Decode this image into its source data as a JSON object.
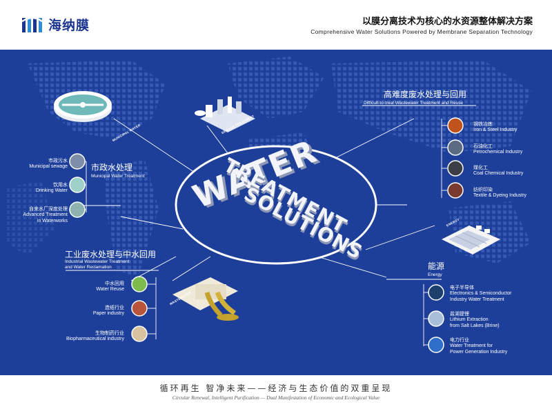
{
  "header": {
    "brand": "海纳膜",
    "slogan_cn": "以膜分离技术为核心的水资源整体解决方案",
    "slogan_en": "Comprehensive Water Solutions Powered by Membrane Separation Technology"
  },
  "center": {
    "line1": "WATER",
    "line2": "TREATMENT",
    "line3": "SOLUTIONS"
  },
  "tags": {
    "municipal": "MUNICIPAL WATER",
    "sewage": "SEWAGE TREATMENT",
    "wastewater": "WASTEWATER",
    "energy": "ENERGY"
  },
  "sections": {
    "municipal": {
      "cn": "市政水处理",
      "en": "Municipal Water Treatment",
      "items": [
        {
          "cn": "市政污水",
          "en": "Municipal sewage"
        },
        {
          "cn": "饮用水",
          "en": "Drinking Water"
        },
        {
          "cn": "自来水厂深度处理",
          "en1": "Advanced Treatment",
          "en2": "in Waterworks"
        }
      ]
    },
    "industrial": {
      "cn": "工业废水处理与中水回用",
      "en1": "Industrial Wastewater Treatment",
      "en2": "and Water Reclamation",
      "items": [
        {
          "cn": "中水回用",
          "en": "Water Reuse"
        },
        {
          "cn": "造纸行业",
          "en": "Paper industry"
        },
        {
          "cn": "生物制药行业",
          "en": "Biopharmaceutical industry"
        }
      ]
    },
    "difficult": {
      "cn": "高难度废水处理与回用",
      "en": "Difficult-to-treat Wastewater Treatment and Reuse",
      "items": [
        {
          "cn": "钢铁冶炼",
          "en": "Iron & Steel Industry"
        },
        {
          "cn": "石油化工",
          "en": "Petrochemical Industry"
        },
        {
          "cn": "煤化工",
          "en": "Coal Chemical Industry"
        },
        {
          "cn": "纺织印染",
          "en": "Textile & Dyeing Industry"
        }
      ]
    },
    "energy": {
      "cn": "能源",
      "en": "Energy",
      "items": [
        {
          "cn": "电子半导体",
          "en1": "Electronics & Semiconductor",
          "en2": "Industry Water Treatment"
        },
        {
          "cn": "盐湖提锂",
          "en1": "Lithium Extraction",
          "en2": "from Salt Lakes (Brine)"
        },
        {
          "cn": "电力行业",
          "en1": "Water Treatment for",
          "en2": "Power Generation Industry"
        }
      ]
    }
  },
  "footer": {
    "cn": "循环再生  智净未来——经济与生态价值的双重呈现",
    "en": "Circular Renewal, Intelligent Purification — Dual Manifestation of Economic and Ecological Value"
  },
  "colors": {
    "panel": "#1d3f9a",
    "brand": "#1b3590",
    "accent": "#2f8fd6"
  }
}
